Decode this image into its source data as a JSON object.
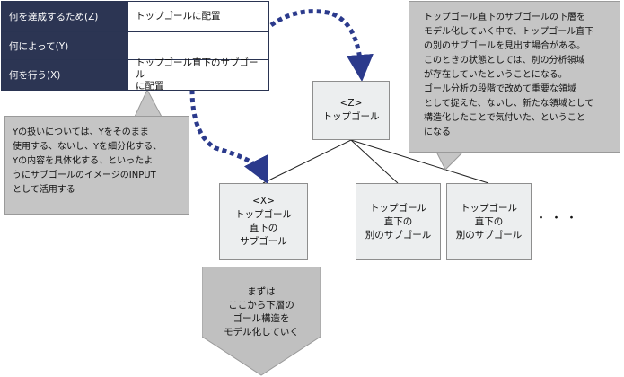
{
  "table": {
    "rows": [
      {
        "header": "何を達成するため(Z)",
        "value": "トップゴールに配置"
      },
      {
        "header": "何によって(Y)",
        "value": ""
      },
      {
        "header": "何を行う(X)",
        "value": "トップゴール直下のサブゴール\nに配置"
      }
    ]
  },
  "callouts": {
    "left": "Yの扱いについては、Yをそのまま\n使用する、ないし、Yを細分化する、\nYの内容を具体化する、といったよ\nうにサブゴールのイメージのINPUT\nとして活用する",
    "right": "トップゴール直下のサブゴールの下層を\nモデル化していく中で、トップゴール直下\nの別のサブゴールを見出す場合がある。\nこのときの状態としては、別の分析領域\nが存在していたということになる。\nゴール分析の段階で改めて重要な領域\nとして捉えた、ないし、新たな領域として\n構造化したことで気付いた、ということ\nになる"
  },
  "nodes": {
    "z": "<Z>\nトップゴール",
    "x": "<X>\nトップゴール\n直下の\nサブゴール",
    "s1": "トップゴール\n直下の\n別のサブゴール",
    "s2": "トップゴール\n直下の\n別のサブゴール"
  },
  "ellipsis": "・・・",
  "bottom_arrow": "まずは\nここから下層の\nゴール構造を\nモデル化していく",
  "colors": {
    "table_header": "#2c3553",
    "dotted_arrow": "#2b3a8c",
    "callout_fill": "#c5c5c5",
    "node_fill": "#eceeef",
    "down_arrow_fill": "#c0c0c0"
  }
}
